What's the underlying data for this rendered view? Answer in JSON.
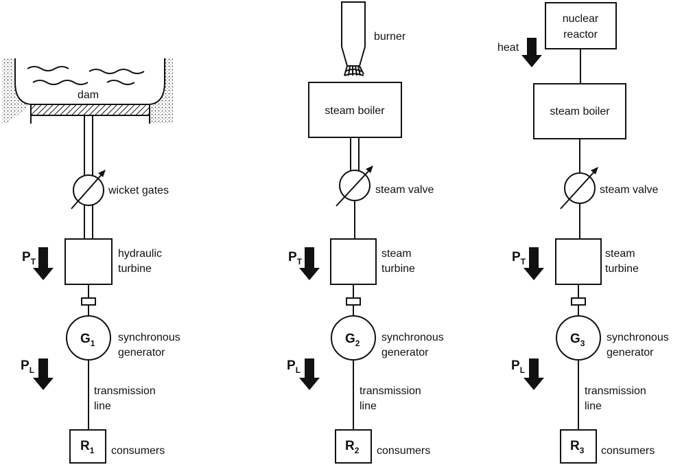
{
  "hydro": {
    "dam": "dam",
    "gate": "wicket gates",
    "turbine_line1": "hydraulic",
    "turbine_line2": "turbine",
    "pt_main": "P",
    "pt_sub": "T",
    "pl_main": "P",
    "pl_sub": "L",
    "gen_main": "G",
    "gen_sub": "1",
    "gen_line1": "synchronous",
    "gen_line2": "generator",
    "tl_line1": "transmission",
    "tl_line2": "line",
    "load_main": "R",
    "load_sub": "1",
    "load_label": "consumers"
  },
  "thermal": {
    "burner": "burner",
    "boiler": "steam boiler",
    "valve": "steam valve",
    "turbine_line1": "steam",
    "turbine_line2": "turbine",
    "pt_main": "P",
    "pt_sub": "T",
    "pl_main": "P",
    "pl_sub": "L",
    "gen_main": "G",
    "gen_sub": "2",
    "gen_line1": "synchronous",
    "gen_line2": "generator",
    "tl_line1": "transmission",
    "tl_line2": "line",
    "load_main": "R",
    "load_sub": "2",
    "load_label": "consumers"
  },
  "nuclear": {
    "reactor_line1": "nuclear",
    "reactor_line2": "reactor",
    "heat": "heat",
    "boiler": "steam boiler",
    "valve": "steam valve",
    "turbine_line1": "steam",
    "turbine_line2": "turbine",
    "pt_main": "P",
    "pt_sub": "T",
    "pl_main": "P",
    "pl_sub": "L",
    "gen_main": "G",
    "gen_sub": "3",
    "gen_line1": "synchronous",
    "gen_line2": "generator",
    "tl_line1": "transmission",
    "tl_line2": "line",
    "load_main": "R",
    "load_sub": "3",
    "load_label": "consumers"
  }
}
